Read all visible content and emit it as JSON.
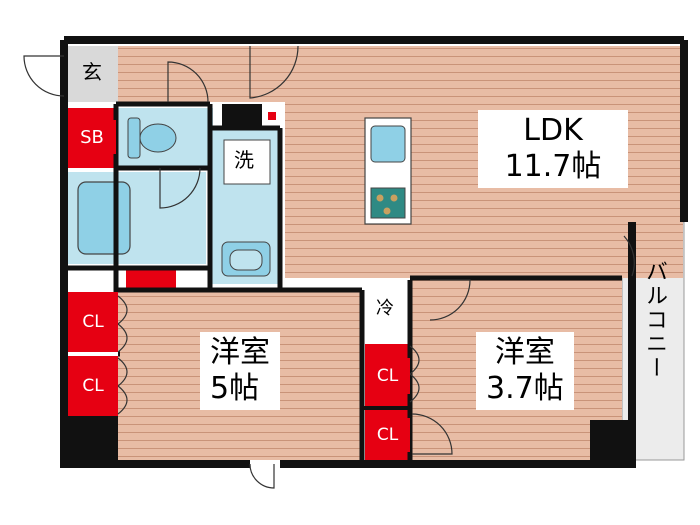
{
  "rooms": {
    "ldk": {
      "name": "LDK",
      "size": "11.7帖"
    },
    "western1": {
      "name": "洋室",
      "size": "5帖"
    },
    "western2": {
      "name": "洋室",
      "size": "3.7帖"
    }
  },
  "labels": {
    "entrance": "玄",
    "shoebox": "SB",
    "laundry": "洗",
    "fridge": "冷",
    "closet": "CL",
    "balcony": "バルコニー"
  },
  "colors": {
    "floor_wood": "#e6b79f",
    "floor_line": "#c98f74",
    "wet_area": "#bfe3ee",
    "closet_red": "#e60012",
    "wall": "#111111",
    "balcony": "#eeeeee"
  }
}
